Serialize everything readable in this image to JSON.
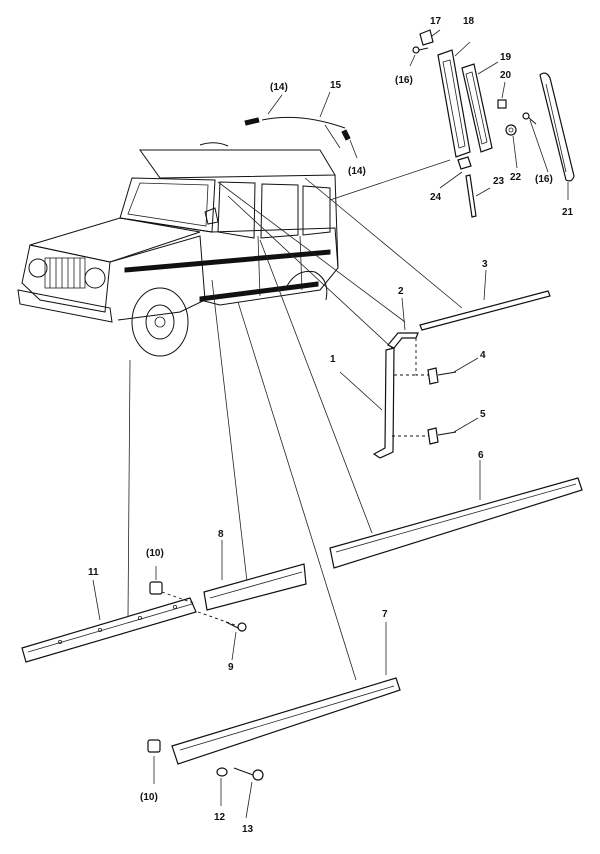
{
  "diagram": {
    "labels": {
      "p1": "1",
      "p2": "2",
      "p3": "3",
      "p4": "4",
      "p5": "5",
      "p6": "6",
      "p7": "7",
      "p8": "8",
      "p9": "9",
      "p10a": "(10)",
      "p10b": "(10)",
      "p11": "11",
      "p12": "12",
      "p13": "13",
      "p14a": "(14)",
      "p14b": "(14)",
      "p15": "15",
      "p16a": "(16)",
      "p16b": "(16)",
      "p17": "17",
      "p18": "18",
      "p19": "19",
      "p20": "20",
      "p21": "21",
      "p22": "22",
      "p23": "23",
      "p24": "24"
    }
  }
}
